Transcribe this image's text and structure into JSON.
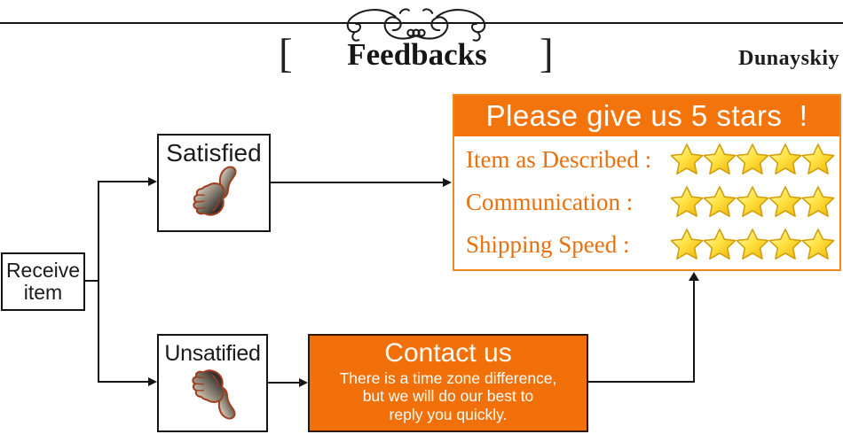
{
  "masthead": {
    "bracket_left": "[",
    "title": "Feedbacks",
    "bracket_right": "]",
    "brand": "Dunayskiy"
  },
  "flowchart": {
    "receive_label": "Receive item",
    "satisfied_label": "Satisfied",
    "unsatisfied_label": "Unsatified"
  },
  "stars_panel": {
    "title": "Please give us 5 stars  !",
    "rows": [
      {
        "label": "Item as Described :",
        "stars": 5
      },
      {
        "label": "Communication :",
        "stars": 5
      },
      {
        "label": "Shipping Speed :",
        "stars": 5
      }
    ]
  },
  "contact_panel": {
    "title": "Contact us",
    "body_lines": [
      "There is a time zone difference,",
      "but we will do our best to",
      "reply you quickly."
    ]
  },
  "colors": {
    "accent_orange": "#f4740c",
    "contact_orange": "#f2700a",
    "panel_border_orange": "#f0891c",
    "label_orange": "#e8700e",
    "star_gold": "#f2bd0a",
    "star_edge": "#d29d05",
    "line_black": "#151515",
    "hand_fill": "#f8e2bd",
    "hand_outline": "#9e3f22"
  }
}
